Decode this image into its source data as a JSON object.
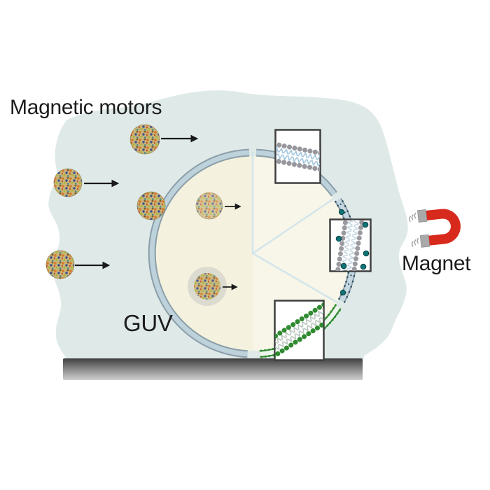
{
  "labels": {
    "magnetic_motors": "Magnetic motors",
    "guv": "GUV",
    "magnet": "Magnet"
  },
  "icons": {
    "motor_particle": "speckled-magnetic-nanomotor-sphere",
    "magnet": "red-horseshoe-magnet",
    "surface": "gray-substrate-bar",
    "inset_top": "lipid-bilayer-plain",
    "inset_middle": "lipid-bilayer-with-protein-dots",
    "inset_bottom": "lipid-bilayer-green"
  },
  "colors": {
    "background_blob": "#dfeae8",
    "guv_interior": "#f4f2de",
    "membrane_fill": "#bdd2db",
    "membrane_edge": "#8b9ea9",
    "membrane_dots": "#2c4f63",
    "green_membrane": "#2f8a30",
    "protein_dot": "#0e7477",
    "lipid_tails_blue": "#9ec3dc",
    "magnet_red": "#d8291d",
    "surface_dark": "#3f3f3f",
    "surface_light": "#cfcfcf",
    "text": "#1c1c1c"
  }
}
